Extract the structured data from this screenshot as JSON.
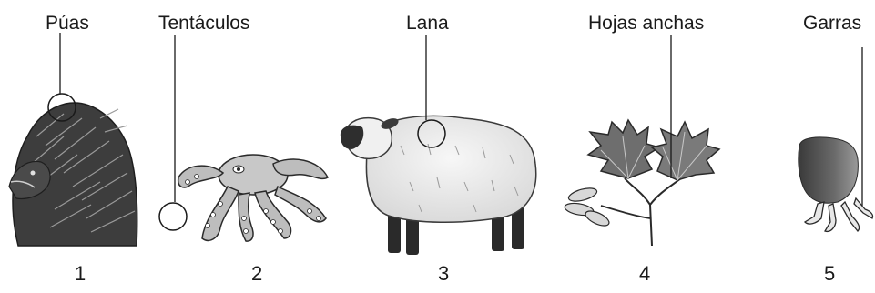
{
  "panels": [
    {
      "label": "Púas",
      "number": "1",
      "icon": "porcupine-icon"
    },
    {
      "label": "Tentáculos",
      "number": "2",
      "icon": "octopus-icon"
    },
    {
      "label": "Lana",
      "number": "3",
      "icon": "sheep-icon"
    },
    {
      "label": "Hojas anchas",
      "number": "4",
      "icon": "maple-leaves-icon"
    },
    {
      "label": "Garras",
      "number": "5",
      "icon": "bird-claws-icon"
    }
  ]
}
